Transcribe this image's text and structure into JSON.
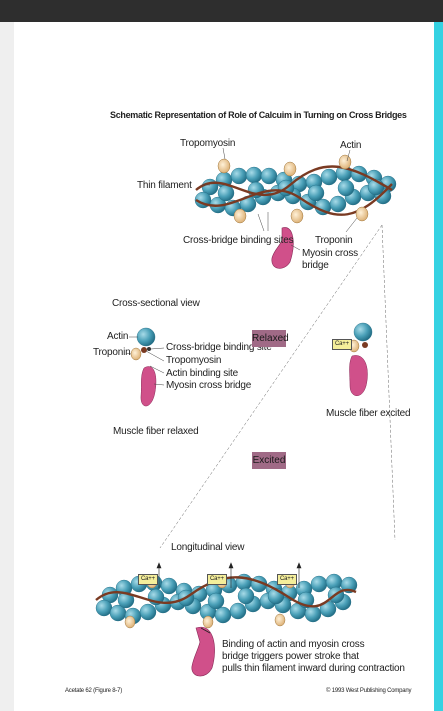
{
  "title": "Schematic Representation of Role of Calcuim in Turning on Cross Bridges",
  "top": {
    "tropomyosin": "Tropomyosin",
    "actin": "Actin",
    "thin_filament": "Thin filament",
    "binding_sites": "Cross-bridge binding sites",
    "troponin": "Troponin",
    "myosin": "Myosin cross\nbridge"
  },
  "cross_section": {
    "heading": "Cross-sectional view",
    "actin": "Actin",
    "troponin": "Troponin",
    "binding_site": "Cross-bridge binding site",
    "tropomyosin": "Tropomyosin",
    "actin_binding": "Actin binding site",
    "myosin": "Myosin cross bridge",
    "relaxed_caption": "Muscle fiber relaxed",
    "excited_caption": "Muscle fiber excited",
    "ca": "Ca++"
  },
  "relaxed_label": "Relaxed",
  "excited_label": "Excited",
  "longitudinal": {
    "heading": "Longitudinal view",
    "ca": "Ca++",
    "caption": "Binding of actin and myosin cross\nbridge triggers power stroke that\npulls thin filament inward during contraction"
  },
  "footer": {
    "left": "Acetate 62 (Figure 8-7)",
    "right": "© 1993 West Publishing Company"
  },
  "colors": {
    "actin": "#4aa0b8",
    "tropomyosin": "#8a4a2a",
    "troponin": "#e8c896",
    "myosin": "#d0508a",
    "ca_box": "#f4ee9a",
    "state_box": "#a06a86",
    "side_strip": "#35d2e2"
  }
}
